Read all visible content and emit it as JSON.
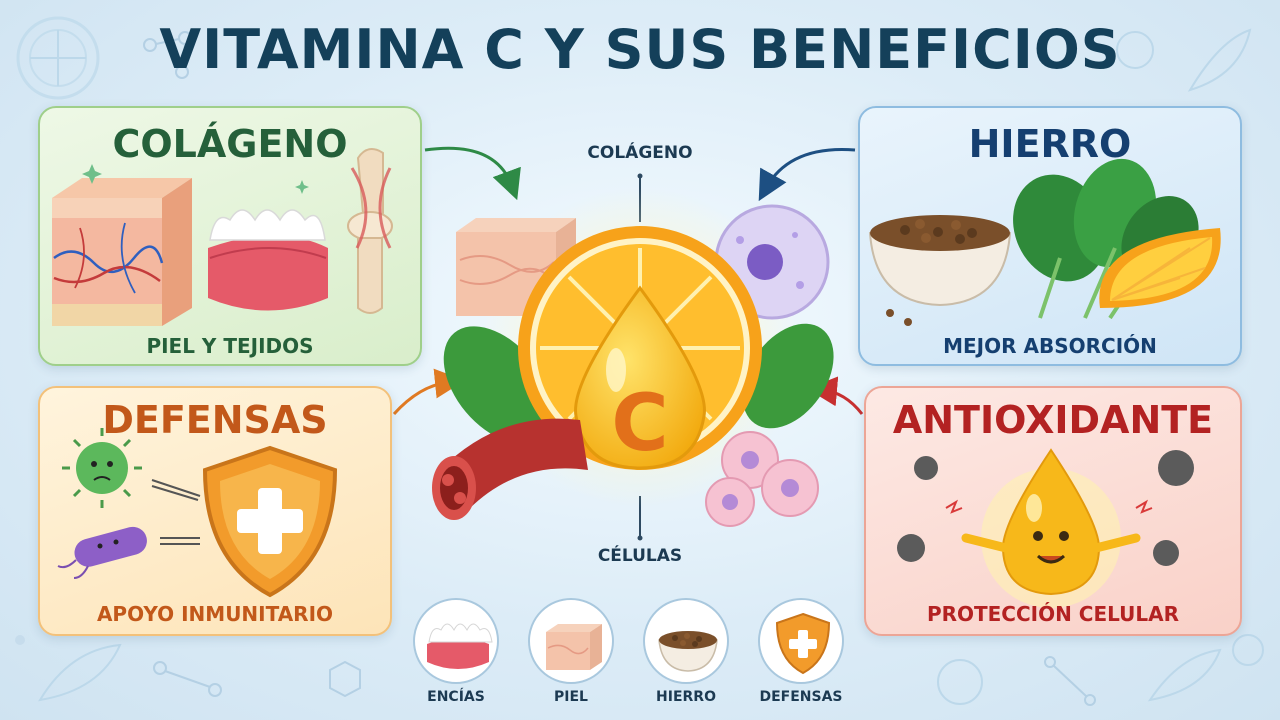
{
  "title": "VITAMINA C Y SUS BENEFICIOS",
  "cards": {
    "colageno": {
      "title": "COLÁGENO",
      "caption": "PIEL Y TEJIDOS",
      "color": "#25603a"
    },
    "hierro": {
      "title": "HIERRO",
      "caption": "MEJOR ABSORCIÓN",
      "color": "#153f70"
    },
    "defensas": {
      "title": "DEFENSAS",
      "caption": "APOYO INMUNITARIO",
      "color": "#c2581a"
    },
    "antioxidante": {
      "title": "ANTIOXIDANTE",
      "caption": "PROTECCIÓN CELULAR",
      "color": "#b32222"
    }
  },
  "center": {
    "top_label": "COLÁGENO",
    "bottom_label": "CÉLULAS",
    "vitamin_letter": "C"
  },
  "bottom_icons": [
    {
      "label": "ENCÍAS",
      "icon": "gums-icon"
    },
    {
      "label": "PIEL",
      "icon": "skin-icon"
    },
    {
      "label": "HIERRO",
      "icon": "lentils-bowl-icon"
    },
    {
      "label": "DEFENSAS",
      "icon": "shield-icon"
    }
  ]
}
